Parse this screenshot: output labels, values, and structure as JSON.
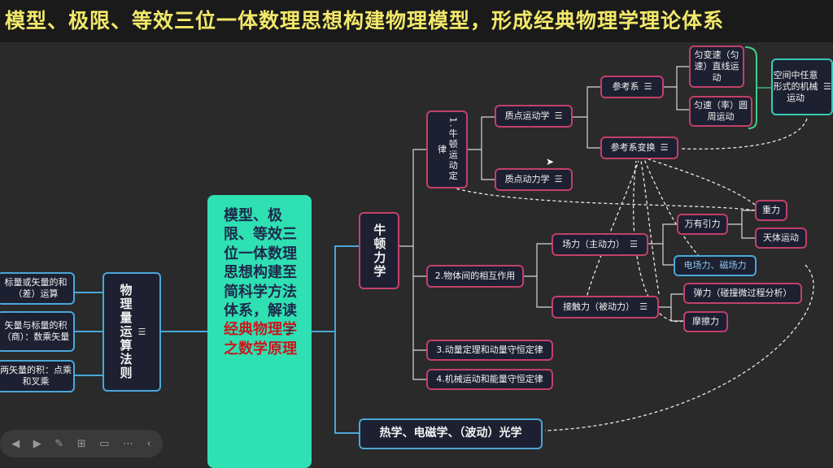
{
  "title": "模型、极限、等效三位一体数理思想构建物理模型，形成经典物理学理论体系",
  "center": {
    "text_main": "模型、极限、等效三位一体数理思想构建至简科学方法体系，解读",
    "text_highlight": "经典物理学之数学原理"
  },
  "note_icon": "☰",
  "left": {
    "main": "物理量运算法则",
    "items": [
      "标量或矢量的和（差）运算",
      "矢量与标量的积（商）：数乘矢量",
      "两矢量的积：点乘和叉乘"
    ]
  },
  "nodes": {
    "niudun": "牛顿力学",
    "b1": "1.牛顿运动定律",
    "b2": "2.物体间的相互作用",
    "b3": "3.动量定理和动量守恒定律",
    "b4": "4.机械运动和能量守恒定律",
    "b5": "热学、电磁学、（波动）光学",
    "zhidian_yd": "质点运动学",
    "zhidian_dl": "质点动力学",
    "cankaoxi": "参考系",
    "cankao_bh": "参考系变换",
    "bianyun": "匀变速（匀速）直线运动",
    "yuanzhou": "匀速（率）圆周运动",
    "space": "空间中任意形式的机械运动",
    "changli": "场力（主动力）",
    "jiechuli": "接触力（被动力）",
    "wanyou": "万有引力",
    "dianci": "电场力、磁场力",
    "tanli": "弹力（碰撞微过程分析）",
    "moca": "摩擦力",
    "zhongli": "重力",
    "tianti": "天体运动"
  },
  "toolbar": [
    "prev-icon",
    "play-icon",
    "pen-icon",
    "grid-icon",
    "screen-icon",
    "more-icon",
    "back-icon"
  ]
}
